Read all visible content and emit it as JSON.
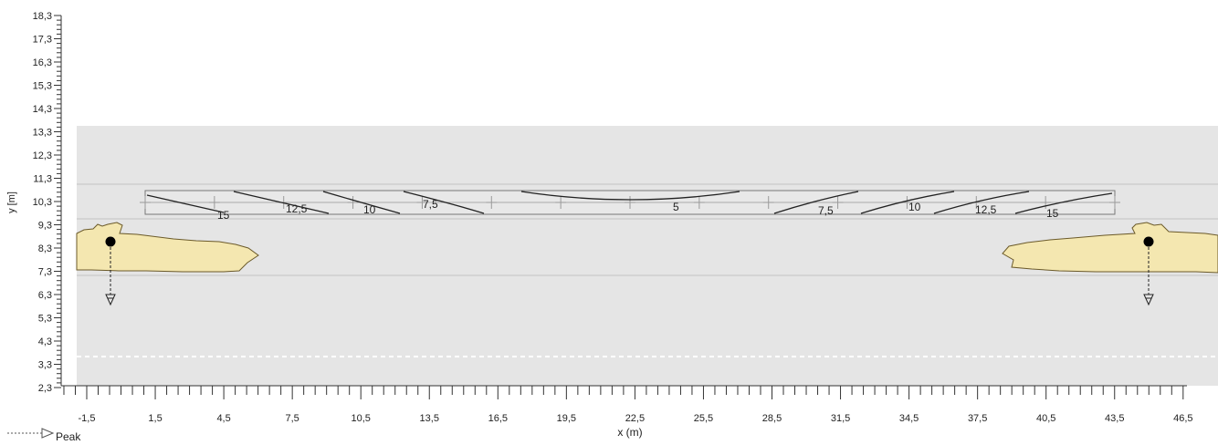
{
  "y_axis": {
    "label": "y [m]",
    "ticks": [
      "18,3",
      "17,3",
      "16,3",
      "15,3",
      "14,3",
      "13,3",
      "12,3",
      "11,3",
      "10,3",
      "9,3",
      "8,3",
      "7,3",
      "6,3",
      "5,3",
      "4,3",
      "3,3",
      "2,3"
    ]
  },
  "x_axis": {
    "label": "x (m)",
    "ticks": [
      "-1,5",
      "1,5",
      "4,5",
      "7,5",
      "10,5",
      "13,5",
      "16,5",
      "19,5",
      "22,5",
      "25,5",
      "28,5",
      "31,5",
      "34,5",
      "37,5",
      "40,5",
      "43,5",
      "46,5"
    ]
  },
  "legend": {
    "label": "Peak"
  },
  "contour_labels": [
    "15",
    "12,5",
    "10",
    "7,5",
    "5",
    "7,5",
    "10",
    "12,5",
    "15"
  ],
  "colors": {
    "background": "#ffffff",
    "band": "#e5e5e5",
    "axis": "#333333",
    "slab_fill": "#e8e8e8",
    "body_fill": "#f4e7b0",
    "body_stroke": "#6b5a2a",
    "dashed_line": "#ffffff"
  }
}
